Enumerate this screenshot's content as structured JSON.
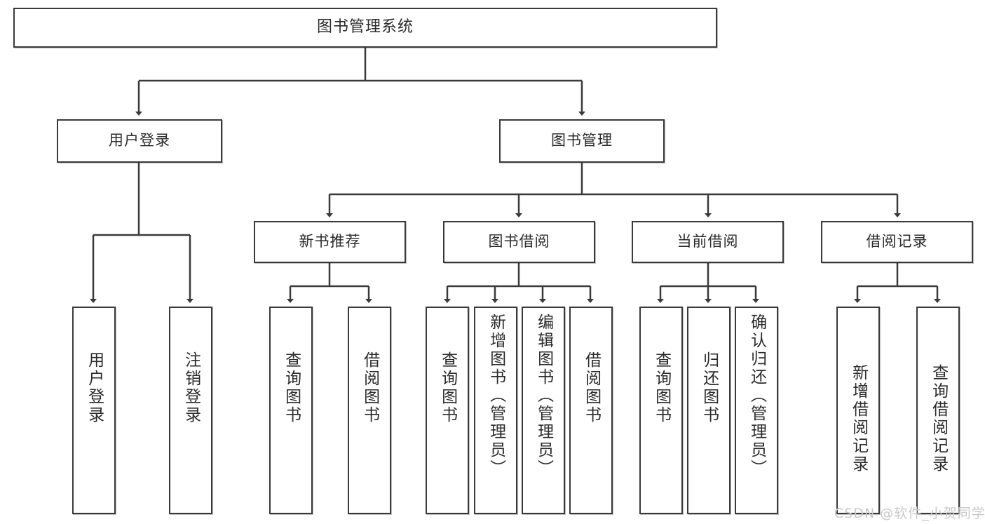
{
  "diagram": {
    "type": "hierarchy-tree",
    "title": "图书管理系统",
    "root": {
      "label": "图书管理系统"
    },
    "level2": [
      {
        "label": "用户登录"
      },
      {
        "label": "图书管理"
      }
    ],
    "level3": [
      {
        "label": "新书推荐"
      },
      {
        "label": "图书借阅"
      },
      {
        "label": "当前借阅"
      },
      {
        "label": "借阅记录"
      }
    ],
    "leaves": {
      "user_login": [
        {
          "label": "用户登录"
        },
        {
          "label": "注销登录"
        }
      ],
      "new_book_recommend": [
        {
          "label": "查询图书"
        },
        {
          "label": "借阅图书"
        }
      ],
      "book_borrow": [
        {
          "label": "查询图书"
        },
        {
          "label": "新增图书（管理员）"
        },
        {
          "label": "编辑图书（管理员）"
        },
        {
          "label": "借阅图书"
        }
      ],
      "current_borrow": [
        {
          "label": "查询图书"
        },
        {
          "label": "归还图书"
        },
        {
          "label": "确认归还（管理员）"
        }
      ],
      "borrow_record": [
        {
          "label": "新增借阅记录"
        },
        {
          "label": "查询借阅记录"
        }
      ]
    },
    "colors": {
      "border": "#3a3a3a",
      "text": "#2b2b2b",
      "background": "#ffffff",
      "watermark": "#c9c9c9"
    }
  },
  "watermark": {
    "text": "CSDN @软件_小贺同学"
  }
}
